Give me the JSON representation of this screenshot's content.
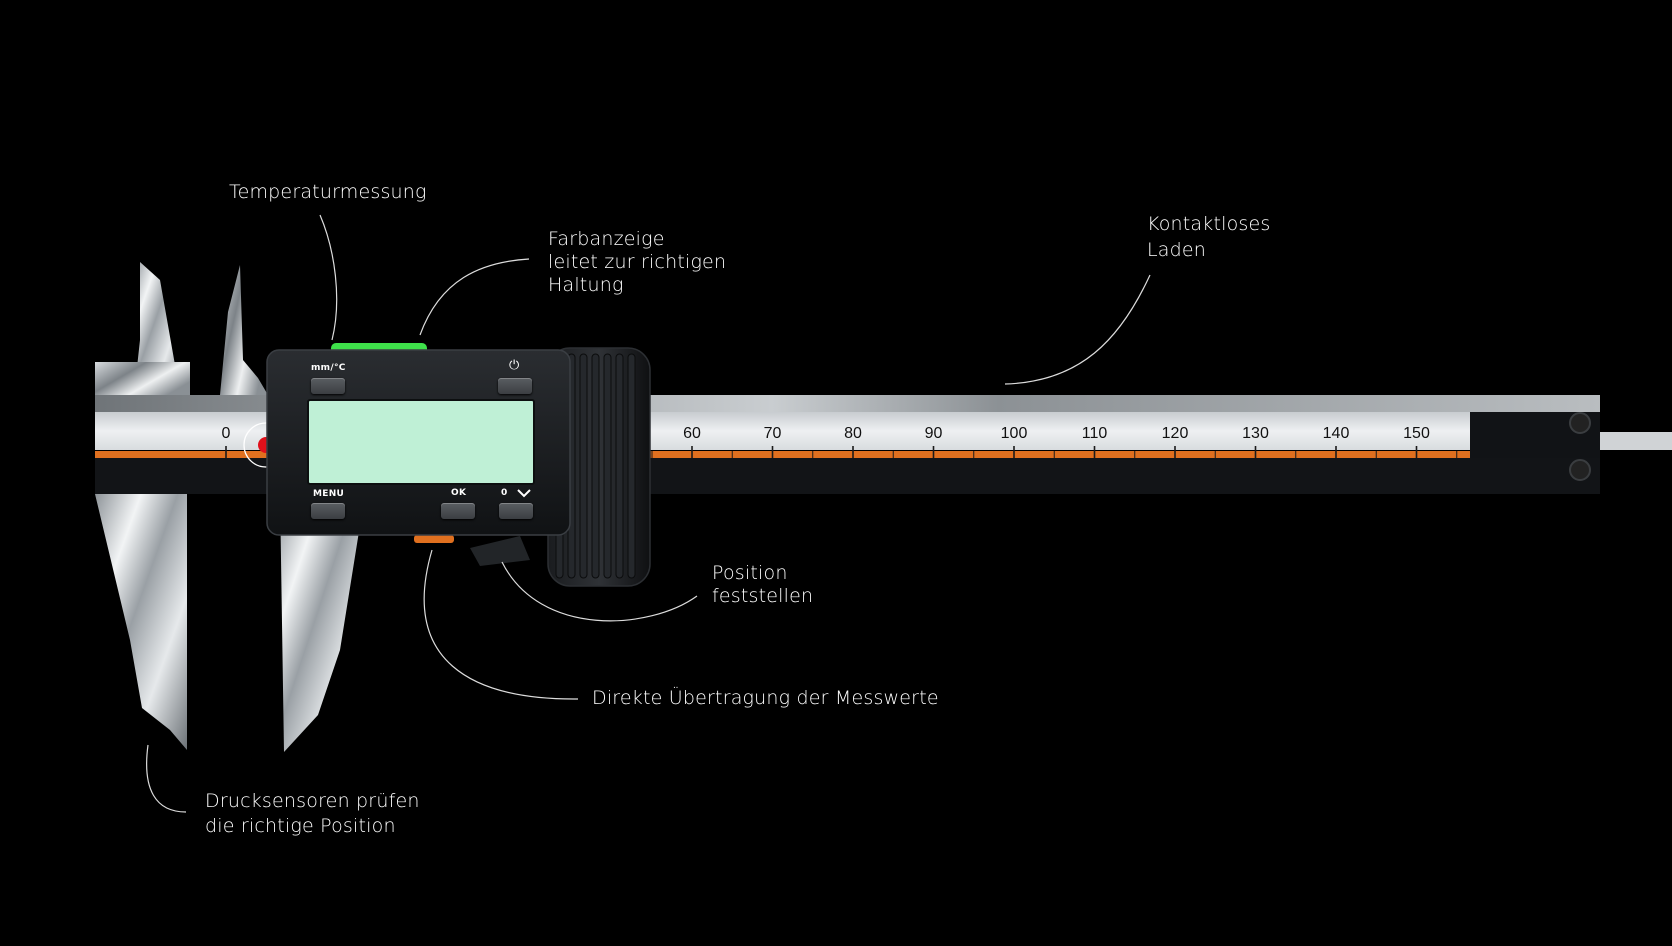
{
  "callouts": {
    "temperature": "Temperaturmessung",
    "color_indicator": [
      "Farbanzeige",
      "leitet zur richtigen",
      "Haltung"
    ],
    "contactless_charging": [
      "Kontaktloses",
      "Laden"
    ],
    "lock_position": [
      "Position",
      "feststellen"
    ],
    "direct_transfer": "Direkte Übertragung der Messwerte",
    "pressure_sensors": [
      "Drucksensoren prüfen",
      "die richtige Position"
    ]
  },
  "device": {
    "buttons": {
      "unit_toggle": "mm/°C",
      "power": "⏻",
      "menu": "MENU",
      "ok": "OK",
      "zero": "0"
    },
    "display_color": "#bff0d6",
    "indicator_color": "#3ee04a",
    "accent_color": "#e0701f",
    "sensor_color": "#e0101a"
  },
  "scale": {
    "labels": [
      "0",
      "60",
      "70",
      "80",
      "90",
      "100",
      "110",
      "120",
      "130",
      "140",
      "150"
    ]
  }
}
